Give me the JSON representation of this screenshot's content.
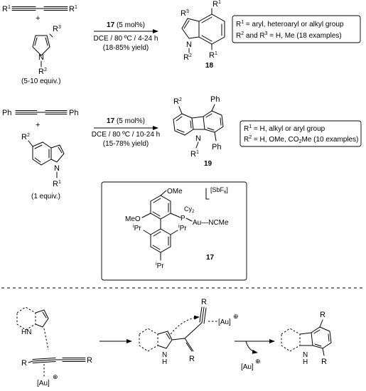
{
  "scheme1": {
    "reactant_atoms": {
      "r1_left": "R",
      "r1_left_sup": "1",
      "r1_right": "R",
      "r1_right_sup": "1",
      "plus": "+"
    },
    "pyrrole": {
      "r3": "R",
      "r3_sup": "3",
      "n": "N",
      "r2": "R",
      "r2_sup": "2",
      "equiv": "(5-10 equiv.)"
    },
    "conditions": {
      "catalyst": "17",
      "loading": "(5 mol%)",
      "solvent_temp_time": "DCE / 80 ºC / 4-24 h",
      "yield": "(18-85% yield)"
    },
    "product": {
      "r1_top": "R",
      "r1_top_sup": "1",
      "r1_bottom": "R",
      "r1_bottom_sup": "1",
      "r3": "R",
      "r3_sup": "3",
      "n": "N",
      "r2": "R",
      "r2_sup": "2",
      "label": "18"
    },
    "note": {
      "line1_pre": "R",
      "line1_sup": "1",
      "line1_post": " = aryl, heteroaryl or alkyl group",
      "line2_a": "R",
      "line2_a_sup": "2",
      "line2_mid": " and R",
      "line2_b_sup": "3",
      "line2_post": " = H, Me (18 examples)"
    }
  },
  "scheme2": {
    "diyne": {
      "left": "Ph",
      "right": "Ph",
      "plus": "+"
    },
    "indole": {
      "r2": "R",
      "r2_sup": "2",
      "n": "N",
      "r1": "R",
      "r1_sup": "1",
      "equiv": "(1 equiv.)"
    },
    "conditions": {
      "catalyst": "17",
      "loading": "(5 mol%)",
      "solvent_temp_time": "DCE / 80 ºC / 10-24 h",
      "yield": "(15-78% yield)"
    },
    "product": {
      "r2": "R",
      "r2_sup": "2",
      "ph_top": "Ph",
      "ph_bottom": "Ph",
      "n": "N",
      "r1": "R",
      "r1_sup": "1",
      "label": "19"
    },
    "note": {
      "line1_pre": "R",
      "line1_sup": "1",
      "line1_post": " = H, alkyl or aryl group",
      "line2_pre": "R",
      "line2_sup": "2",
      "line2_mid": " = H, OMe, CO",
      "line2_sub": "2",
      "line2_post": "Me (10 examples)"
    }
  },
  "catalyst": {
    "ome_top": "OMe",
    "meo_left": "MeO",
    "p": "P",
    "cy": "Cy",
    "cy_sub": "2",
    "au_ncme": "Au—NCMe",
    "counterion_pre": "[SbF",
    "counterion_sub": "6",
    "counterion_post": "]",
    "ipr": "i",
    "pr": "Pr",
    "label": "17"
  },
  "mechanism": {
    "indole_nh": "HN",
    "au_alkyne_r_left": "R",
    "au_alkyne_r_right": "R",
    "au_label": "[Au]",
    "au_charge": "⊕",
    "intermediate_r_top": "R",
    "intermediate_r_bottom": "R",
    "intermediate_nh": "N",
    "intermediate_h": "H",
    "intermediate_au": "[Au]",
    "intermediate_au_charge": "⊕",
    "released_au": "[Au]",
    "released_au_charge": "⊕",
    "product_r_top": "R",
    "product_r_bottom": "R",
    "product_n": "N",
    "product_h": "H"
  }
}
